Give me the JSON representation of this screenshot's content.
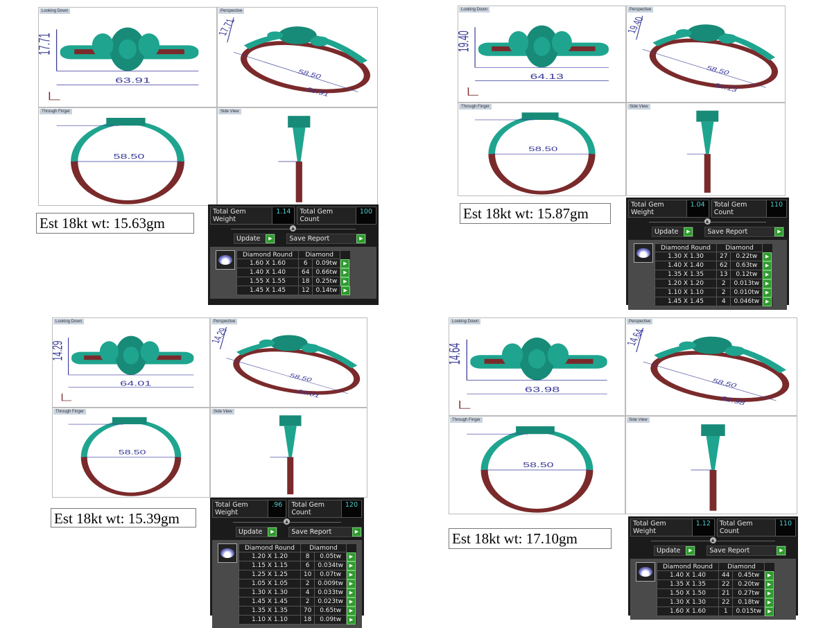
{
  "view_labels": {
    "top": "Looking Down",
    "persp": "Perspective",
    "finger": "Through Finger",
    "side": "Side View"
  },
  "panel_labels": {
    "gem_weight": "Total Gem Weight",
    "gem_count": "Total Gem Count",
    "update": "Update",
    "save_report": "Save Report",
    "col_shape": "Diamond Round",
    "col_type": "Diamond"
  },
  "colors": {
    "teal": "#1fa58f",
    "maroon": "#7a2a2a",
    "dim": "#3a3a9a"
  },
  "designs": [
    {
      "est": "Est 18kt wt: 15.63gm",
      "height_dim": "17.71",
      "width_dim": "63.91",
      "inner_dim": "58.50",
      "gem_weight": "1.14",
      "gem_count": "100",
      "rows": [
        {
          "size": "1.60 X 1.60",
          "count": "6",
          "tw": "0.09tw"
        },
        {
          "size": "1.40 X 1.40",
          "count": "64",
          "tw": "0.66tw"
        },
        {
          "size": "1.55 X 1.55",
          "count": "18",
          "tw": "0.25tw"
        },
        {
          "size": "1.45 X 1.45",
          "count": "12",
          "tw": "0.14tw"
        }
      ]
    },
    {
      "est": "Est 18kt wt: 15.87gm",
      "height_dim": "19.40",
      "width_dim": "64.13",
      "inner_dim": "58.50",
      "gem_weight": "1.04",
      "gem_count": "110",
      "rows": [
        {
          "size": "1.30 X 1.30",
          "count": "27",
          "tw": "0.22tw"
        },
        {
          "size": "1.40 X 1.40",
          "count": "62",
          "tw": "0.63tw"
        },
        {
          "size": "1.35 X 1.35",
          "count": "13",
          "tw": "0.12tw"
        },
        {
          "size": "1.20 X 1.20",
          "count": "2",
          "tw": "0.013tw"
        },
        {
          "size": "1.10 X 1.10",
          "count": "2",
          "tw": "0.010tw"
        },
        {
          "size": "1.45 X 1.45",
          "count": "4",
          "tw": "0.046tw"
        }
      ]
    },
    {
      "est": "Est 18kt wt: 15.39gm",
      "height_dim": "14.29",
      "width_dim": "64.01",
      "inner_dim": "58.50",
      "gem_weight": ".96",
      "gem_count": "120",
      "rows": [
        {
          "size": "1.20 X 1.20",
          "count": "8",
          "tw": "0.05tw"
        },
        {
          "size": "1.15 X 1.15",
          "count": "6",
          "tw": "0.034tw"
        },
        {
          "size": "1.25 X 1.25",
          "count": "10",
          "tw": "0.07tw"
        },
        {
          "size": "1.05 X 1.05",
          "count": "2",
          "tw": "0.009tw"
        },
        {
          "size": "1.30 X 1.30",
          "count": "4",
          "tw": "0.033tw"
        },
        {
          "size": "1.45 X 1.45",
          "count": "2",
          "tw": "0.023tw"
        },
        {
          "size": "1.35 X 1.35",
          "count": "70",
          "tw": "0.65tw"
        },
        {
          "size": "1.10 X 1.10",
          "count": "18",
          "tw": "0.09tw"
        }
      ]
    },
    {
      "est": "Est 18kt wt: 17.10gm",
      "height_dim": "14.64",
      "width_dim": "63.98",
      "inner_dim": "58.50",
      "gem_weight": "1.12",
      "gem_count": "110",
      "rows": [
        {
          "size": "1.40 X 1.40",
          "count": "44",
          "tw": "0.45tw"
        },
        {
          "size": "1.35 X 1.35",
          "count": "22",
          "tw": "0.20tw"
        },
        {
          "size": "1.50 X 1.50",
          "count": "21",
          "tw": "0.27tw"
        },
        {
          "size": "1.30 X 1.30",
          "count": "22",
          "tw": "0.18tw"
        },
        {
          "size": "1.60 X 1.60",
          "count": "1",
          "tw": "0.015tw"
        }
      ]
    }
  ]
}
